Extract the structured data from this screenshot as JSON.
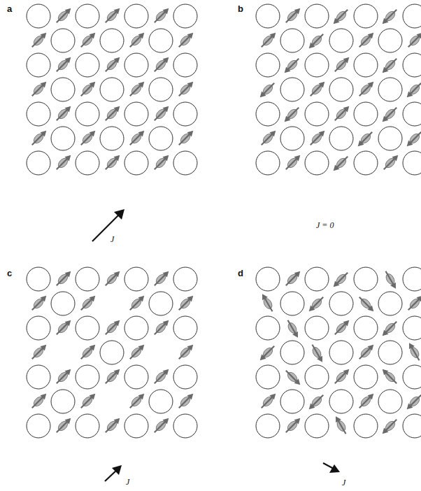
{
  "diagram": {
    "labels": [
      "a",
      "b",
      "J",
      "J = 0",
      "c",
      "d",
      "J",
      "J"
    ]
  }
}
